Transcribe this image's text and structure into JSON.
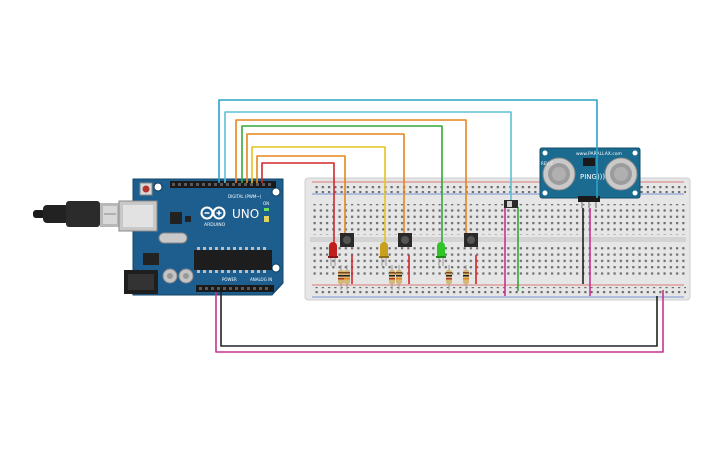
{
  "arduino": {
    "model_label": "UNO",
    "brand_label": "ARDUINO",
    "digital_header_label": "DIGITAL (PWM~)",
    "power_header_label": "POWER",
    "analog_header_label": "ANALOG IN",
    "on_label": "ON"
  },
  "sensor": {
    "brand_label": "www.PARALLAX.com",
    "model_label": "PING)))",
    "rev_label": "REV C"
  },
  "colors": {
    "board": "#1d5e8e",
    "breadboard": "#e6e6e6",
    "sensor_pcb": "#1b6a8f",
    "wire_cyan": "#2aa3c9",
    "wire_orange": "#e6861b",
    "wire_green": "#33a83a",
    "wire_yellow": "#e3c51e",
    "wire_red": "#d0282a",
    "wire_black": "#222222",
    "wire_magenta": "#c7338f",
    "led_red": "#c0201c",
    "led_yellow": "#c7a01e",
    "led_green": "#2fc428"
  }
}
